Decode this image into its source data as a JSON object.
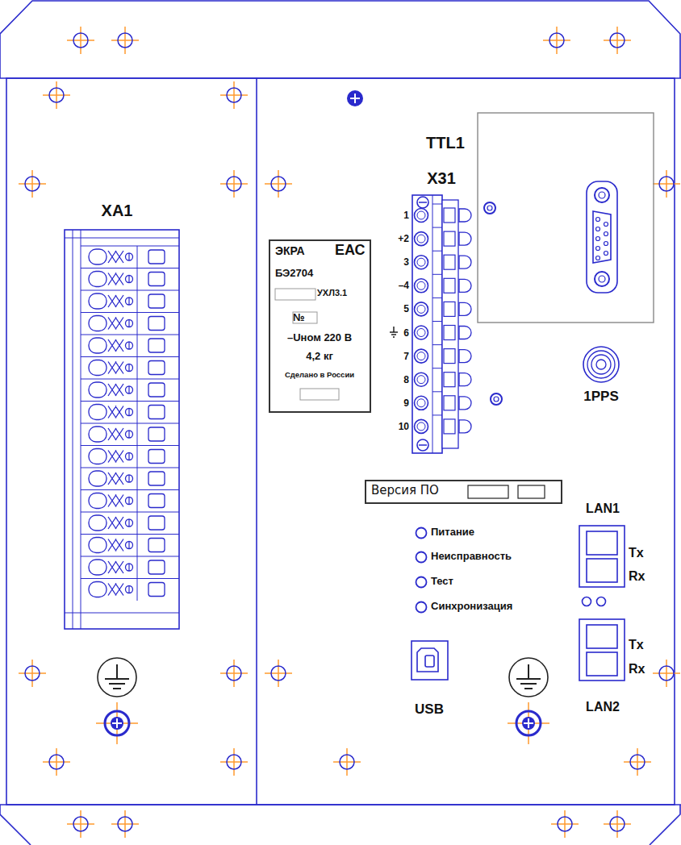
{
  "diagram": {
    "nodes": [
      {
        "text": [
          "XA1"
        ]
      },
      {
        "text": [
          "ЭКРА",
          "ЕАС",
          "БЭ2704",
          "УХЛ3.1",
          "№",
          "–Uном 220 В",
          "4,2 кг",
          "Сделано в России"
        ]
      },
      {
        "text": [
          "X31"
        ]
      },
      {
        "text": [
          "TTL1"
        ]
      },
      {
        "text": [
          "1PPS"
        ]
      },
      {
        "text": [
          "Версия ПО"
        ]
      },
      {
        "text": [
          "Питание"
        ]
      },
      {
        "text": [
          "Неисправность"
        ]
      },
      {
        "text": [
          "Тест"
        ]
      },
      {
        "text": [
          "Синхронизация"
        ]
      },
      {
        "text": [
          "LAN1",
          "Tx",
          "Rx"
        ]
      },
      {
        "text": [
          "Tx",
          "Rx",
          "LAN2"
        ]
      },
      {
        "text": [
          "USB"
        ]
      }
    ],
    "labels": [
      "1",
      "+2",
      "3",
      "–4",
      "5",
      "6",
      "7",
      "8",
      "9",
      "10"
    ]
  }
}
